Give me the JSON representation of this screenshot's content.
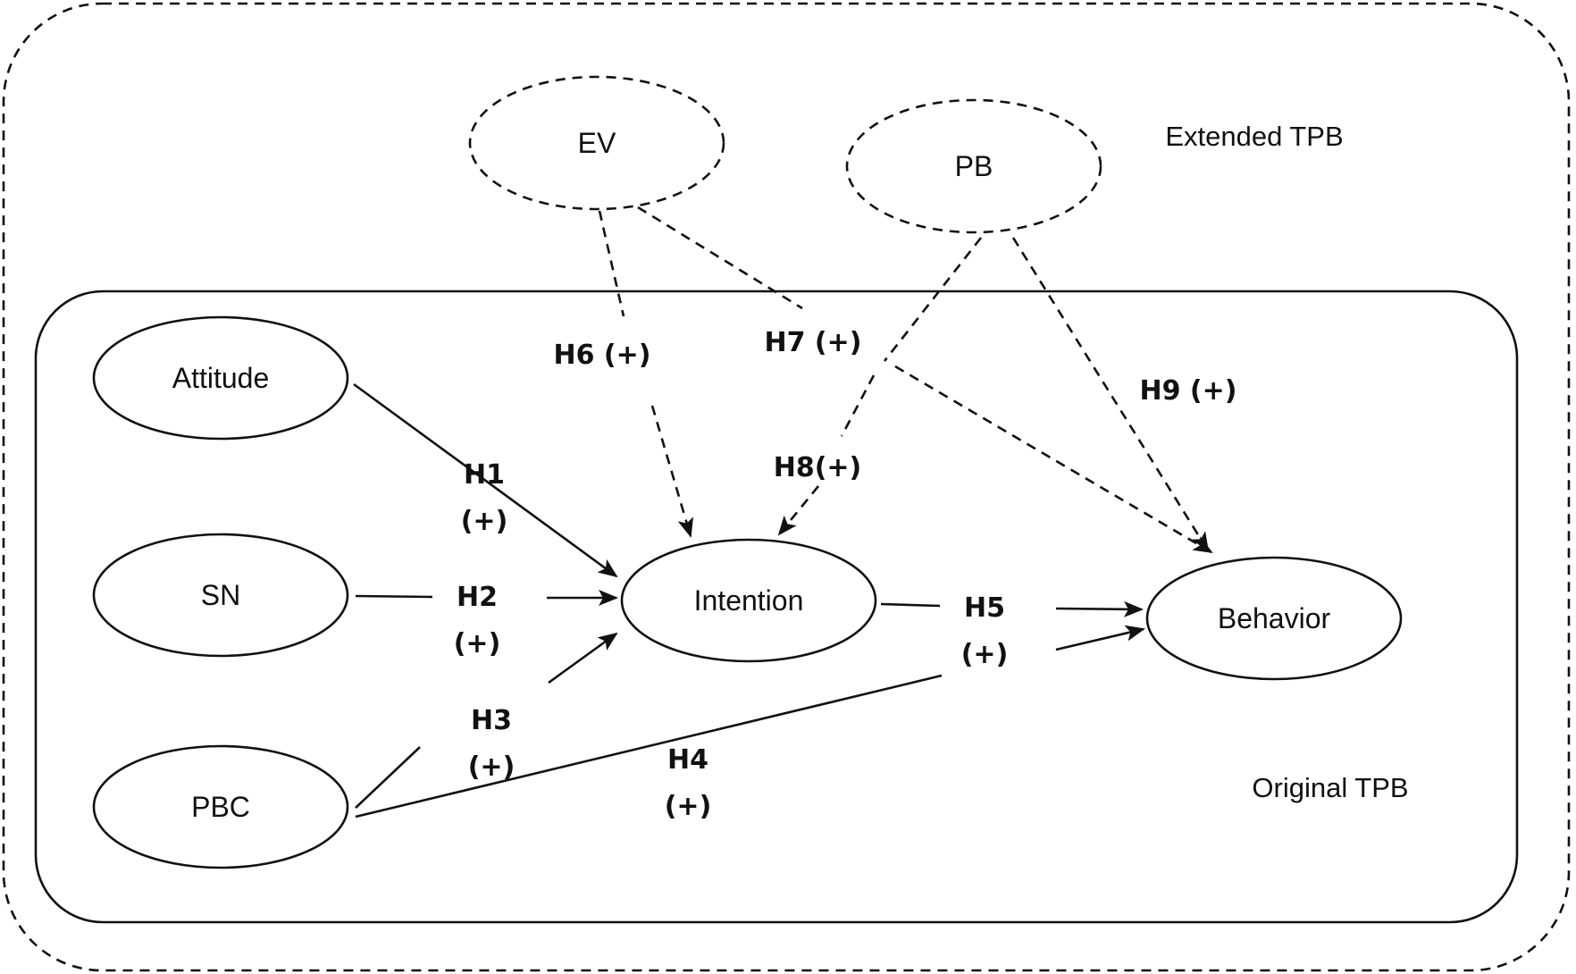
{
  "regions": {
    "extended": "Extended TPB",
    "original": "Original TPB"
  },
  "nodes": {
    "attitude": "Attitude",
    "sn": "SN",
    "pbc": "PBC",
    "intention": "Intention",
    "behavior": "Behavior",
    "ev": "EV",
    "pb": "PB"
  },
  "hypotheses": {
    "h1": {
      "id": "H1",
      "sign": "(+)"
    },
    "h2": {
      "id": "H2",
      "sign": "(+)"
    },
    "h3": {
      "id": "H3",
      "sign": "(+)"
    },
    "h4": {
      "id": "H4",
      "sign": "(+)"
    },
    "h5": {
      "id": "H5",
      "sign": "(+)"
    },
    "h6": "H6 (+)",
    "h7": "H7 (+)",
    "h8": "H8(+)",
    "h9": "H9 (+)"
  }
}
